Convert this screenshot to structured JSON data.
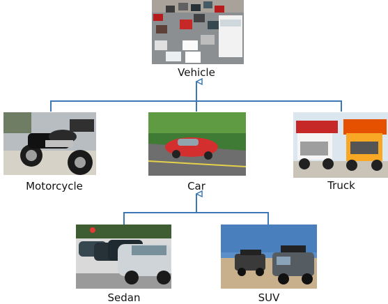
{
  "nodes": {
    "vehicle": {
      "label": "Vehicle"
    },
    "motorcycle": {
      "label": "Motorcycle"
    },
    "car": {
      "label": "Car"
    },
    "truck": {
      "label": "Truck"
    },
    "sedan": {
      "label": "Sedan"
    },
    "suv": {
      "label": "SUV"
    }
  },
  "colors": {
    "connector": "#3b78b5"
  }
}
